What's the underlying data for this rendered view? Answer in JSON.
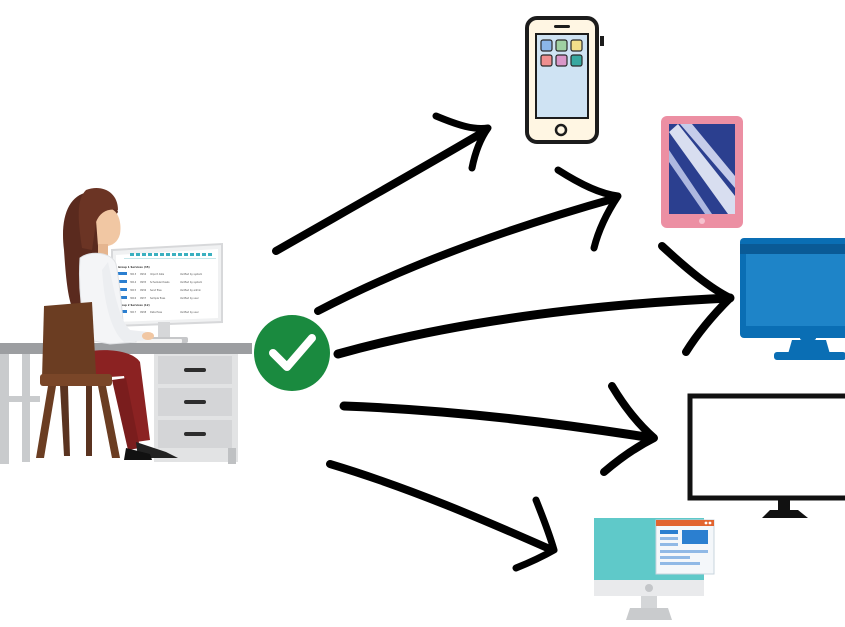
{
  "diagram": {
    "center_node": {
      "icon": "check-circle-icon",
      "color": "#1a8a3f"
    },
    "source": {
      "icon": "person-at-desk-icon",
      "screen_content": {
        "headings": [
          "Group 1 Services (35)",
          "Group 2 Services (12)"
        ],
        "rows": [
          [
            "3013",
            "0934",
            "Import data",
            "Verified by system"
          ],
          [
            "3014",
            "0935",
            "Scheduled tasks",
            "Verified by system"
          ],
          [
            "3015",
            "0936",
            "Send files",
            "Verified by admin"
          ],
          [
            "3016",
            "0937",
            "Sample fixes",
            "Verified by user"
          ],
          [
            "3017",
            "0938",
            "Data fixes",
            "Verified by user"
          ]
        ]
      }
    },
    "targets": [
      {
        "icon": "smartphone-icon"
      },
      {
        "icon": "tablet-icon",
        "color": "#ec8fa3"
      },
      {
        "icon": "desktop-monitor-blue-icon",
        "color": "#0a6eb4"
      },
      {
        "icon": "desktop-monitor-outline-icon"
      },
      {
        "icon": "imac-webpage-icon",
        "color": "#5fc9c9"
      }
    ],
    "arrow_color": "#000000"
  }
}
